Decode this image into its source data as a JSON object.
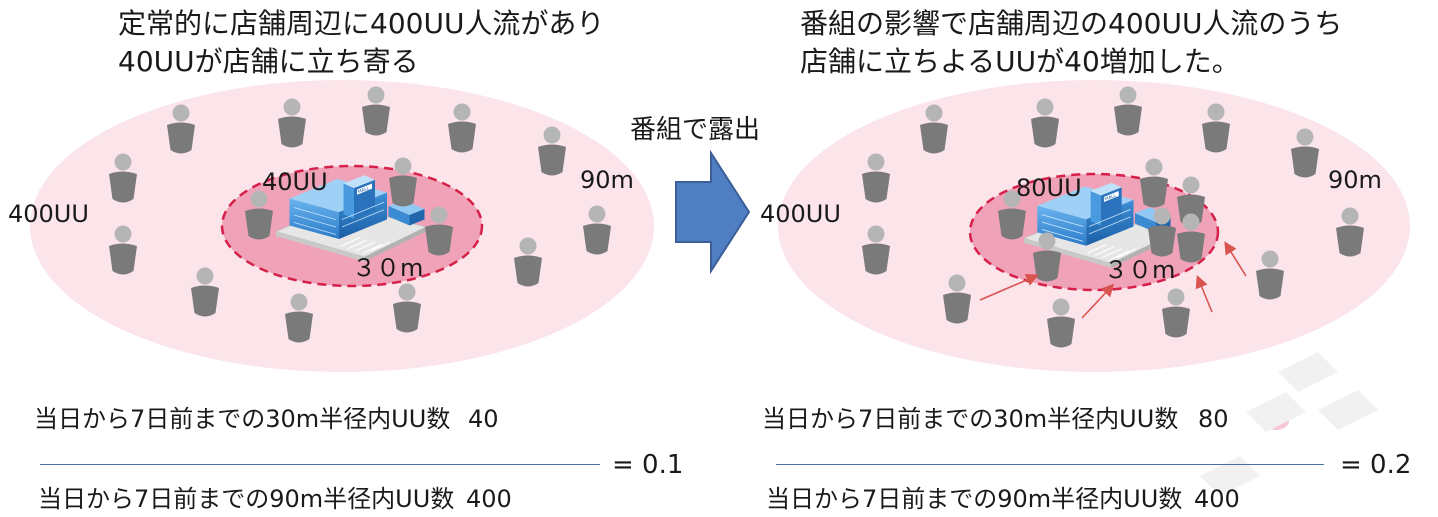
{
  "colors": {
    "outer_ellipse": "#fbe4ea",
    "inner_ellipse": "#f0a3b8",
    "dashed_border": "#d6204a",
    "person": "#7a7a7a",
    "person_head": "#b5b5b5",
    "arrow_fill": "#4f7ec3",
    "arrow_stroke": "#3a5f99",
    "red_arrow": "#d9534f",
    "rule": "#4a6ea8"
  },
  "icons": {
    "person": "person-icon",
    "store": "shopping-mall-building-icon",
    "transition": "right-arrow-icon",
    "movement": "red-arrow-icon"
  },
  "arrow_label": "番組で露出",
  "left": {
    "title_line1": "定常的に店舗周辺に400UU人流があり",
    "title_line2": "40UUが店舗に立ち寄る",
    "outer_label": "400UU",
    "outer_radius": "90m",
    "inner_label": "40UU",
    "inner_radius": "３０m",
    "formula": {
      "numerator_text": "当日から7日前までの30m半径内UU数",
      "numerator_value": "40",
      "denominator_text": "当日から7日前までの90m半径内UU数",
      "denominator_value": "400",
      "result": "=  0.1"
    }
  },
  "right": {
    "title_line1": "番組の影響で店舗周辺の400UU人流のうち",
    "title_line2": "店舗に立ちよるUUが40増加した。",
    "outer_label": "400UU",
    "outer_radius": "90m",
    "inner_label": "80UU",
    "inner_radius": "３０m",
    "formula": {
      "numerator_text": "当日から7日前までの30m半径内UU数",
      "numerator_value": "80",
      "denominator_text": "当日から7日前までの90m半径内UU数",
      "denominator_value": "400",
      "result": "=  0.2"
    }
  }
}
